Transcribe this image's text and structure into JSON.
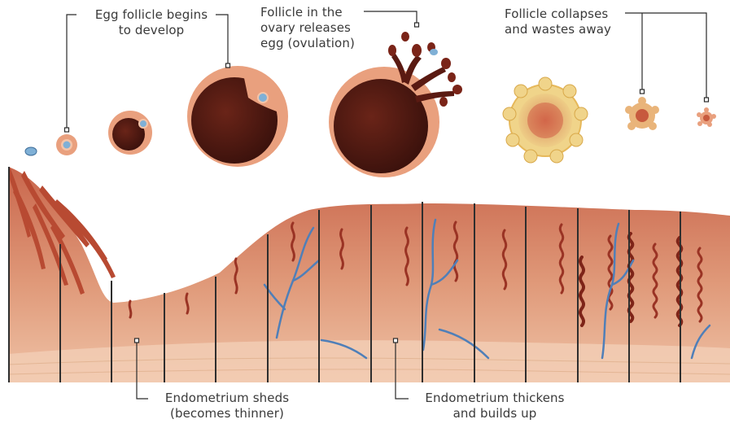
{
  "labels": {
    "egg_follicle": "Egg follicle begins\nto develop",
    "ovulation": "Follicle in the\novary releases\negg (ovulation)",
    "collapse": "Follicle collapses\nand wastes away",
    "sheds": "Endometrium sheds\n(becomes thinner)",
    "thickens": "Endometrium thickens\nand builds up"
  },
  "colors": {
    "follicle_dark": "#4a1712",
    "follicle_ring": "#e9a07e",
    "egg": "#7fb0d6",
    "corpus_yellow": "#e6c36a",
    "tissue": "#d98a6a",
    "tissue_deep": "#a83a2a",
    "vein": "#4f7fb8",
    "divider": "#2e2e2e"
  }
}
